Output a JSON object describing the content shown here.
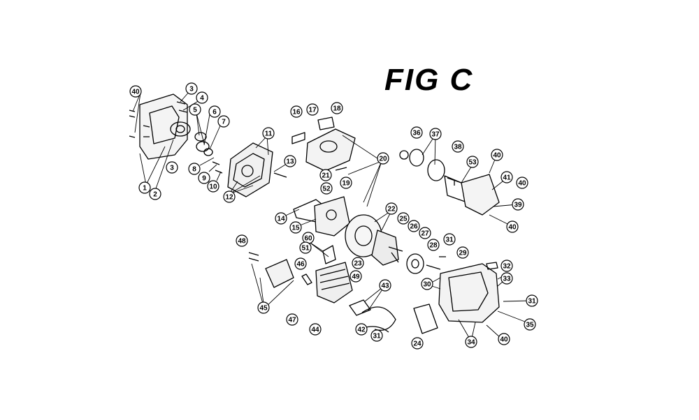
{
  "title": "FIG C",
  "callouts": [
    "40",
    "3",
    "4",
    "5",
    "6",
    "7",
    "1",
    "2",
    "3",
    "8",
    "9",
    "10",
    "11",
    "13",
    "12",
    "16",
    "17",
    "18",
    "20",
    "21",
    "52",
    "19",
    "14",
    "15",
    "36",
    "37",
    "38",
    "53",
    "40",
    "41",
    "40",
    "39",
    "40",
    "22",
    "25",
    "26",
    "27",
    "28",
    "29",
    "31",
    "30",
    "32",
    "33",
    "31",
    "35",
    "34",
    "40",
    "24",
    "48",
    "60",
    "51",
    "46",
    "49",
    "23",
    "43",
    "45",
    "47",
    "44",
    "42",
    "31"
  ]
}
